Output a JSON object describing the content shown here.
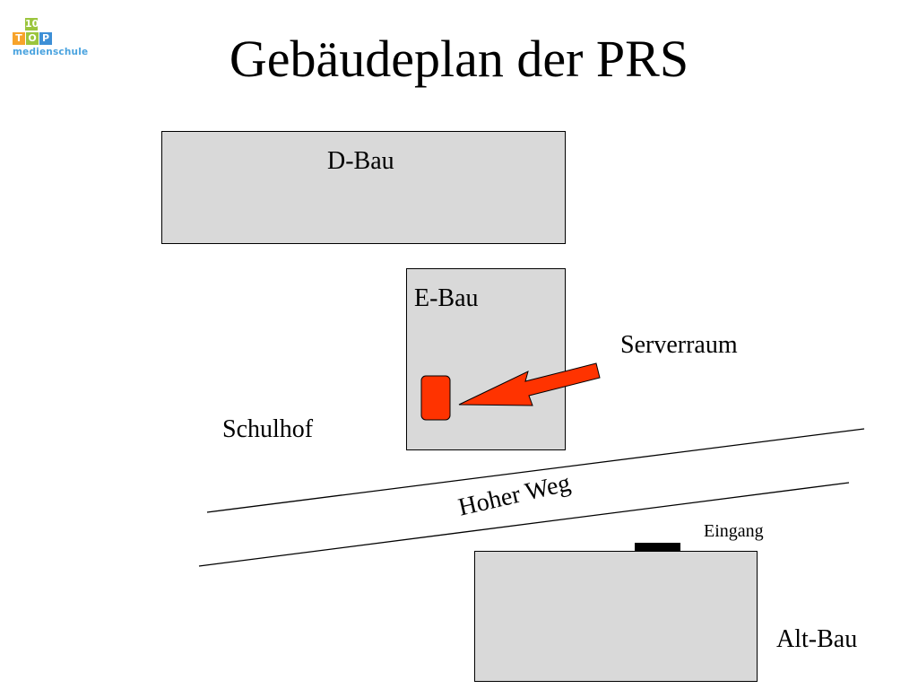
{
  "logo": {
    "top_number": "10",
    "letters": [
      "T",
      "O",
      "P"
    ],
    "subtitle": "medienschule",
    "icon": "top10-medienschule-logo"
  },
  "title": "Gebäudeplan der PRS",
  "buildings": {
    "d_bau": "D-Bau",
    "e_bau": "E-Bau",
    "alt_bau": "Alt-Bau"
  },
  "labels": {
    "serverraum": "Serverraum",
    "schulhof": "Schulhof",
    "street": "Hoher Weg",
    "eingang": "Eingang"
  },
  "colors": {
    "building_fill": "#d9d9d9",
    "server_marker": "#ff3300",
    "logo_green": "#9bc53d",
    "logo_orange": "#f7a32b",
    "logo_blue": "#3d8fd6"
  }
}
